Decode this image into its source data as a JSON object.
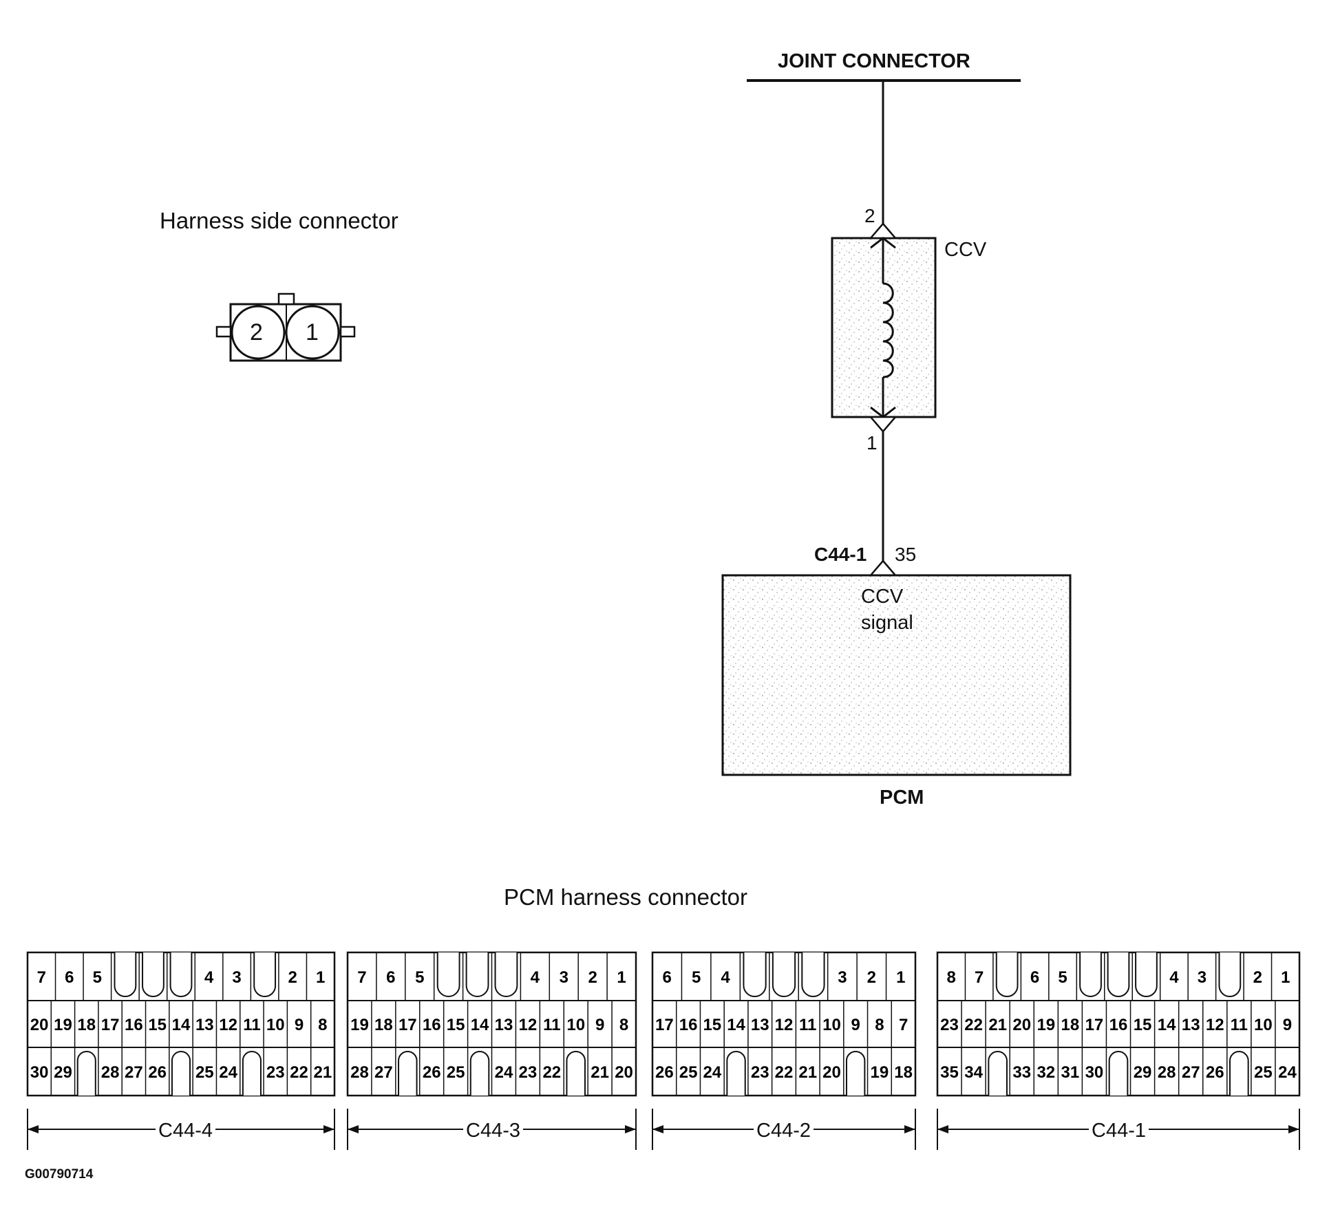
{
  "harness_side": {
    "title": "Harness side connector",
    "pins": [
      "2",
      "1"
    ]
  },
  "schematic": {
    "joint_connector_label": "JOINT CONNECTOR",
    "component_label": "CCV",
    "pin_top": "2",
    "pin_bottom": "1",
    "pcm_connector": "C44-1",
    "pcm_pin": "35",
    "pcm_signal_line1": "CCV",
    "pcm_signal_line2": "signal",
    "pcm_label": "PCM"
  },
  "pcm_harness": {
    "title": "PCM harness connector",
    "connectors": [
      {
        "label": "C44-4",
        "rows": [
          [
            "7",
            "6",
            "5",
            "",
            "",
            "",
            "4",
            "3",
            "",
            "2",
            "1"
          ],
          [
            "20",
            "19",
            "18",
            "17",
            "16",
            "15",
            "14",
            "13",
            "12",
            "11",
            "10",
            "9",
            "8"
          ],
          [
            "30",
            "29",
            "",
            "28",
            "27",
            "26",
            "",
            "25",
            "24",
            "",
            "23",
            "22",
            "21"
          ]
        ]
      },
      {
        "label": "C44-3",
        "rows": [
          [
            "7",
            "6",
            "5",
            "",
            "",
            "",
            "4",
            "3",
            "2",
            "1"
          ],
          [
            "19",
            "18",
            "17",
            "16",
            "15",
            "14",
            "13",
            "12",
            "11",
            "10",
            "9",
            "8"
          ],
          [
            "28",
            "27",
            "",
            "26",
            "25",
            "",
            "24",
            "23",
            "22",
            "",
            "21",
            "20"
          ]
        ]
      },
      {
        "label": "C44-2",
        "rows": [
          [
            "6",
            "5",
            "4",
            "",
            "",
            "",
            "3",
            "2",
            "1"
          ],
          [
            "17",
            "16",
            "15",
            "14",
            "13",
            "12",
            "11",
            "10",
            "9",
            "8",
            "7"
          ],
          [
            "26",
            "25",
            "24",
            "",
            "23",
            "22",
            "21",
            "20",
            "",
            "19",
            "18"
          ]
        ]
      },
      {
        "label": "C44-1",
        "rows": [
          [
            "8",
            "7",
            "",
            "6",
            "5",
            "",
            "",
            "",
            "4",
            "3",
            "",
            "2",
            "1"
          ],
          [
            "23",
            "22",
            "21",
            "20",
            "19",
            "18",
            "17",
            "16",
            "15",
            "14",
            "13",
            "12",
            "11",
            "10",
            "9"
          ],
          [
            "35",
            "34",
            "",
            "33",
            "32",
            "31",
            "30",
            "",
            "29",
            "28",
            "27",
            "26",
            "",
            "25",
            "24"
          ]
        ]
      }
    ]
  },
  "figure_id": "G00790714"
}
